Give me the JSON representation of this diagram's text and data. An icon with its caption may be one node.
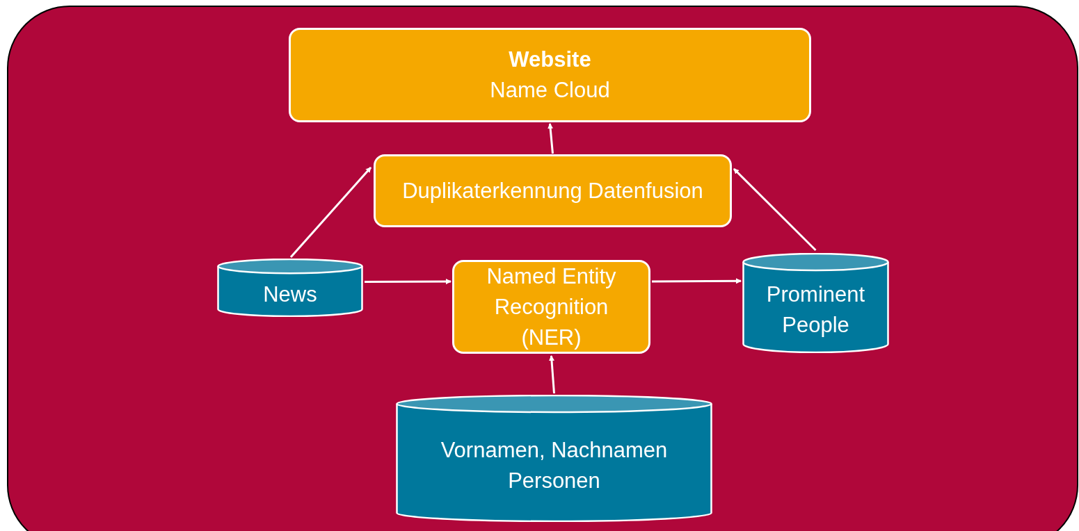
{
  "diagram": {
    "nodes": [
      {
        "text": [
          "Website",
          "Name Cloud"
        ]
      },
      {
        "text": [
          "Duplikaterkennung Datenfusion"
        ]
      },
      {
        "text": [
          "News"
        ]
      },
      {
        "text": [
          "Named Entity Recognition (NER)"
        ]
      },
      {
        "text": [
          "Prominent People"
        ]
      },
      {
        "text": [
          "Vornamen, Nachnamen Personen"
        ]
      }
    ],
    "edges": [
      {
        "from": 1,
        "to": 0,
        "arrow": "to"
      },
      {
        "from": 2,
        "to": 1,
        "arrow": "to"
      },
      {
        "from": 4,
        "to": 1,
        "arrow": "to"
      },
      {
        "from": 2,
        "to": 3,
        "arrow": "to"
      },
      {
        "from": 3,
        "to": 4,
        "arrow": "to"
      },
      {
        "from": 5,
        "to": 3,
        "arrow": "to"
      }
    ]
  }
}
